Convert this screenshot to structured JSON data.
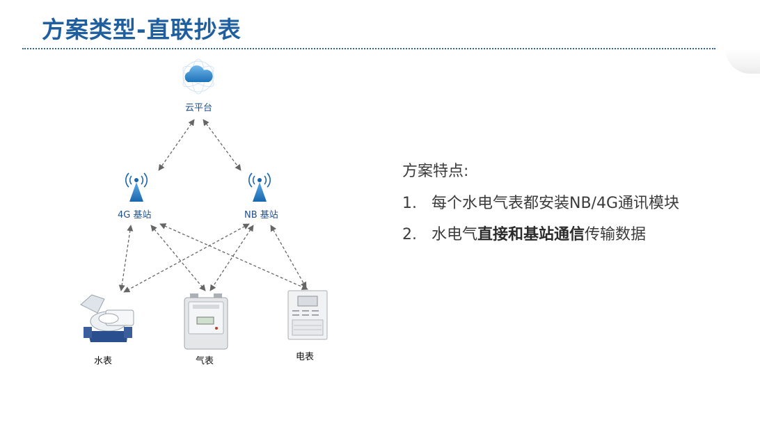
{
  "slide": {
    "title": "方案类型-直联抄表"
  },
  "diagram": {
    "cloud_label": "云平台",
    "station_4g_label": "4G 基站",
    "station_nb_label": "NB 基站",
    "water_meter_label": "水表",
    "gas_meter_label": "气表",
    "electric_meter_label": "电表",
    "icons": [
      "cloud-icon",
      "antenna-icon",
      "antenna-icon",
      "water-meter-icon",
      "gas-meter-icon",
      "electric-meter-icon"
    ],
    "colors": {
      "label_blue": "#1f4f8a",
      "title_blue": "#1f5fa0",
      "arrow_gray": "#666666"
    }
  },
  "features": {
    "heading": "方案特点:",
    "item1_num": "1.",
    "item1_text": "每个水电气表都安装NB/4G通讯模块",
    "item2_num": "2.",
    "item2_pre": "水电气",
    "item2_bold": "直接和基站通信",
    "item2_post": "传输数据"
  }
}
